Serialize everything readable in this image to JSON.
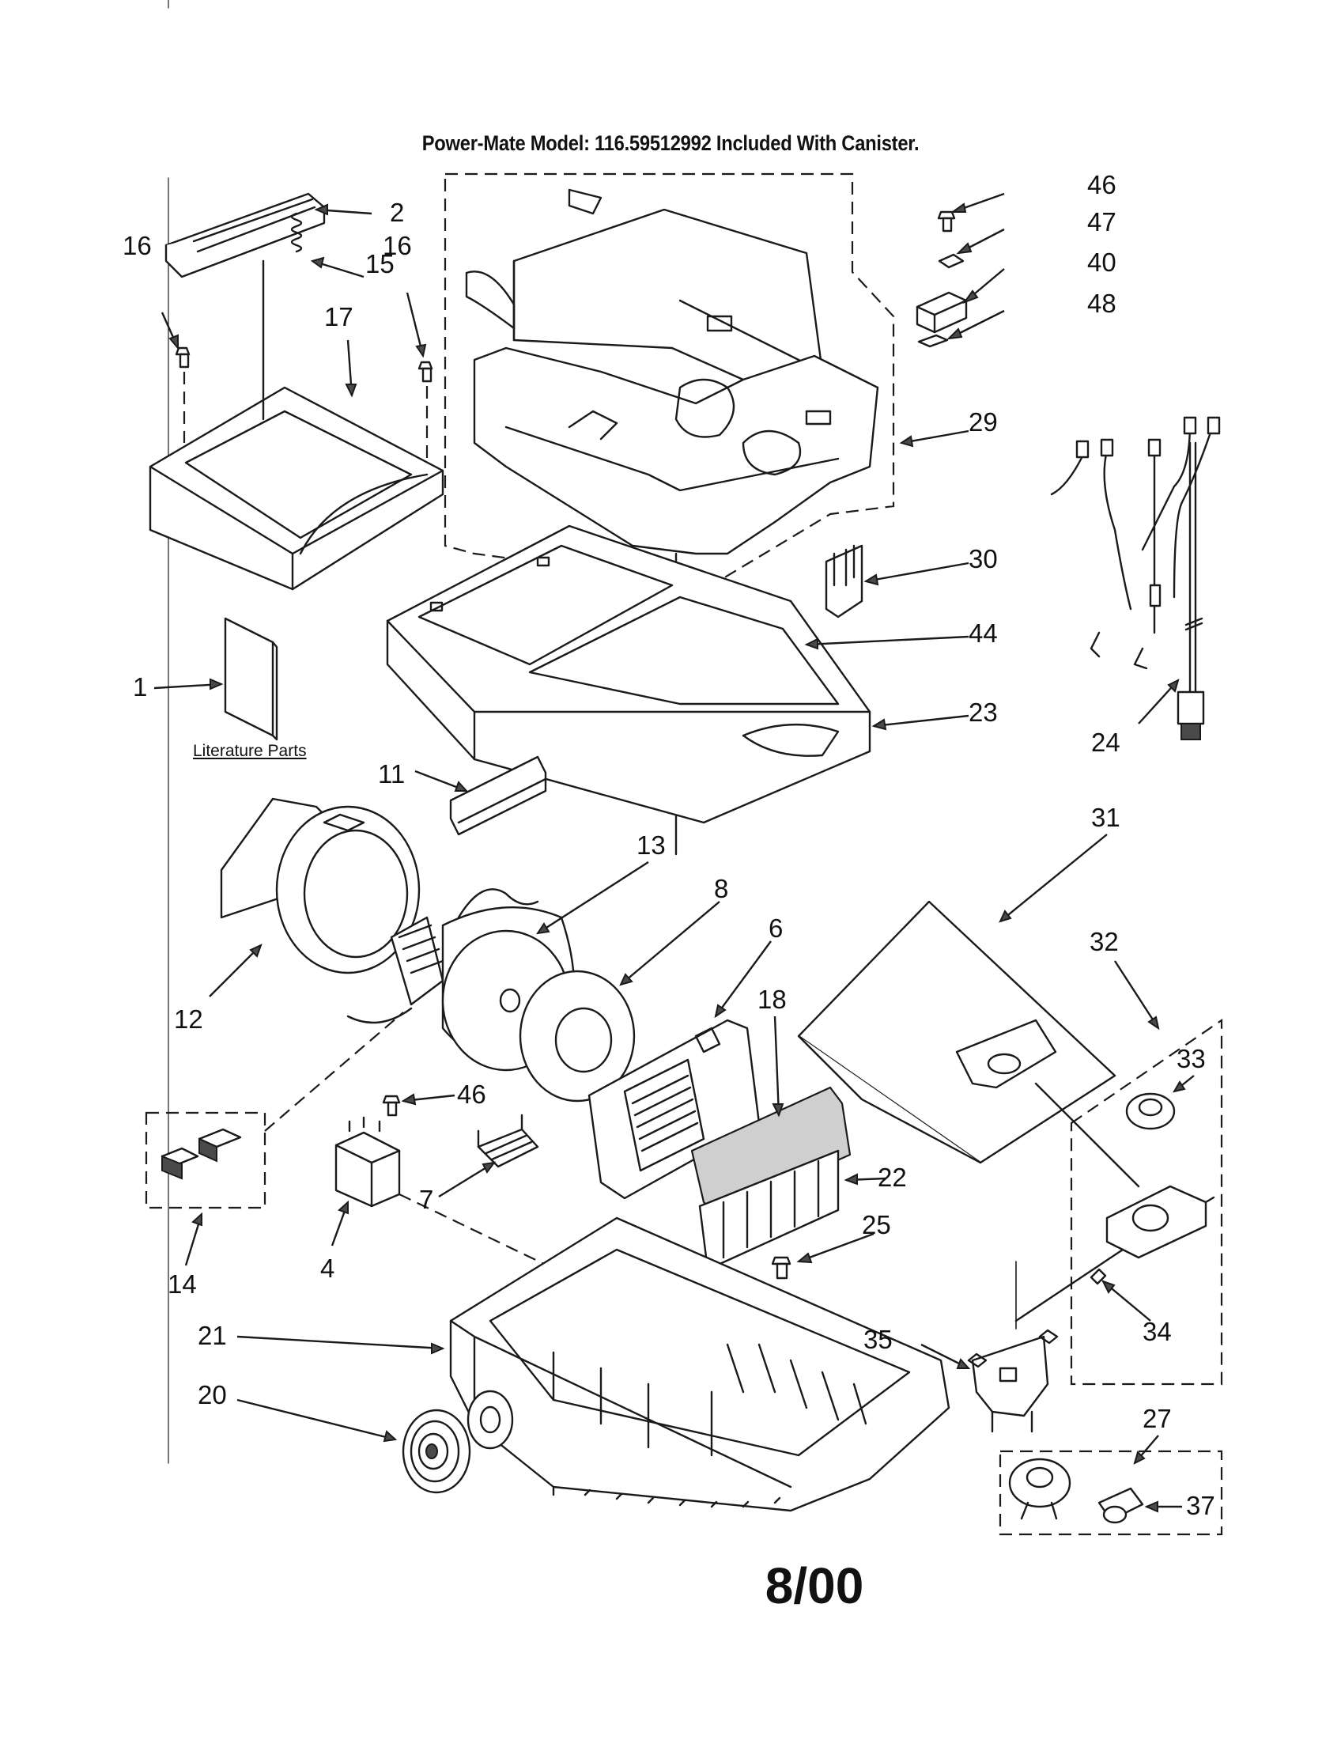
{
  "header": {
    "title": "Power-Mate Model: 116.59512992 Included With Canister."
  },
  "footer": {
    "date_code": "8/00"
  },
  "literature_label": "Literature Parts",
  "callouts": [
    "46",
    "47",
    "40",
    "48",
    "2",
    "16",
    "15",
    "17",
    "16",
    "29",
    "30",
    "44",
    "23",
    "24",
    "1",
    "11",
    "31",
    "13",
    "8",
    "6",
    "12",
    "32",
    "33",
    "18",
    "46",
    "22",
    "7",
    "25",
    "14",
    "4",
    "34",
    "21",
    "35",
    "20",
    "27",
    "37"
  ]
}
